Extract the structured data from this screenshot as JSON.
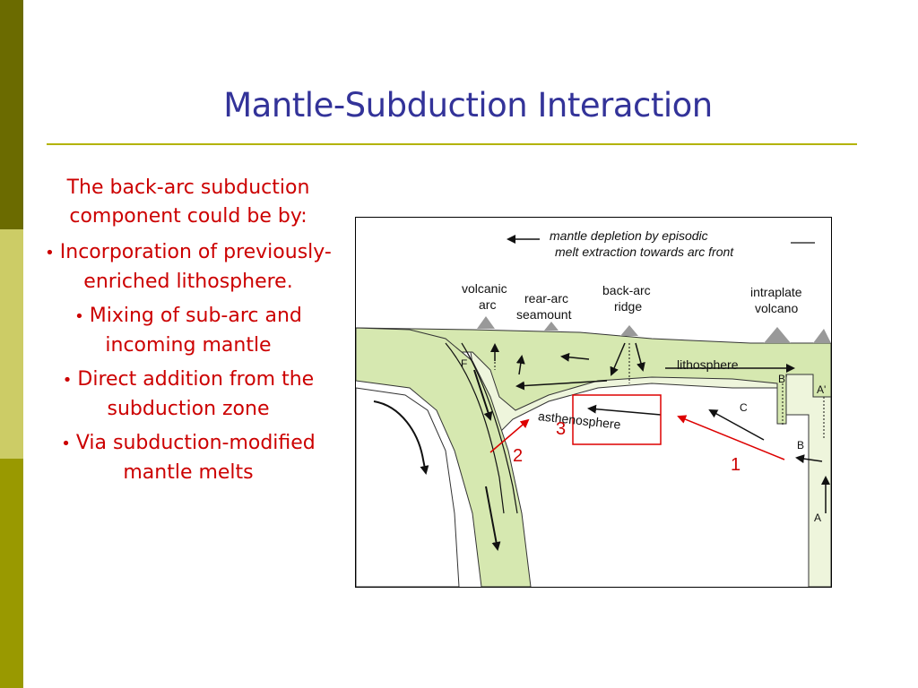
{
  "title": "Mantle-Subduction Interaction",
  "body": {
    "intro": "The back-arc subduction component could be by:",
    "bullets": [
      "Incorporation of previously-enriched lithosphere.",
      "Mixing of sub-arc and incoming mantle",
      "Direct addition from the subduction zone",
      "Via subduction-modified mantle melts"
    ],
    "bullet_glyph": "•"
  },
  "diagram": {
    "caption_line1": "mantle depletion by episodic",
    "caption_line2": "melt extraction towards arc front",
    "volcanic_arc_1": "volcanic",
    "volcanic_arc_2": "arc",
    "rear_arc_1": "rear-arc",
    "rear_arc_2": "seamount",
    "back_arc_1": "back-arc",
    "back_arc_2": "ridge",
    "intraplate_1": "intraplate",
    "intraplate_2": "volcano",
    "lithosphere": "lithosphere",
    "asthenosphere": "asthenosphere",
    "label_F": "F",
    "label_B_prime": "B'",
    "label_A_prime": "A'",
    "label_C": "C",
    "label_B": "B",
    "label_A": "A",
    "num_1": "1",
    "num_2": "2",
    "num_3": "3",
    "colors": {
      "plate": "#d6e8b0",
      "mantle": "#eef5dc",
      "highlight": "#dd0000"
    }
  }
}
